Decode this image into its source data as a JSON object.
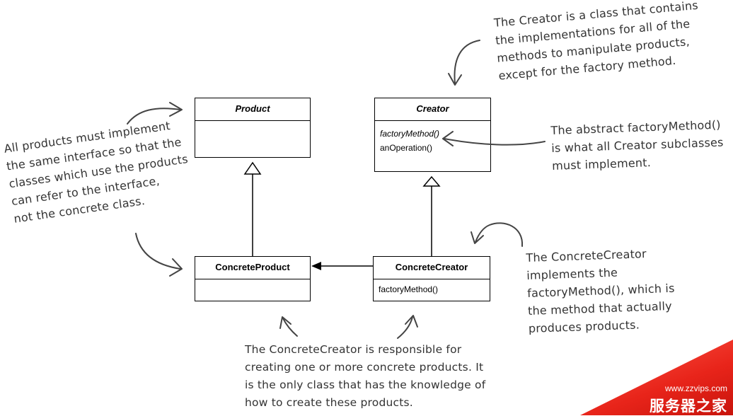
{
  "classes": {
    "product": {
      "name": "Product",
      "ops": []
    },
    "creator": {
      "name": "Creator",
      "abstract_op": "factoryMethod()",
      "op": "anOperation()"
    },
    "concrete_product": {
      "name": "ConcreteProduct",
      "ops": []
    },
    "concrete_creator": {
      "name": "ConcreteCreator",
      "op": "factoryMethod()"
    }
  },
  "notes": {
    "creator_note": [
      "The Creator is a class that contains",
      "the implementations for all of the",
      "methods to manipulate products,",
      "except for the factory method."
    ],
    "abstract_note": [
      "The abstract factoryMethod()",
      "is what all Creator subclasses",
      "must implement."
    ],
    "products_note": [
      "All products must implement",
      "the same interface so that the",
      "classes which use the products",
      "can refer to the interface,",
      "not the concrete class."
    ],
    "concrete_creator_note": [
      "The ConcreteCreator",
      "implements the",
      "factoryMethod(), which is",
      "the method that actually",
      "produces products."
    ],
    "bottom_note": [
      "The ConcreteCreator is responsible for",
      "creating one or more concrete products.  It",
      "is the only class that has the knowledge of",
      "how to create these products."
    ]
  },
  "watermark": {
    "url": "www.zzvips.com",
    "name": "服务器之家",
    "color": "#e8241a"
  }
}
